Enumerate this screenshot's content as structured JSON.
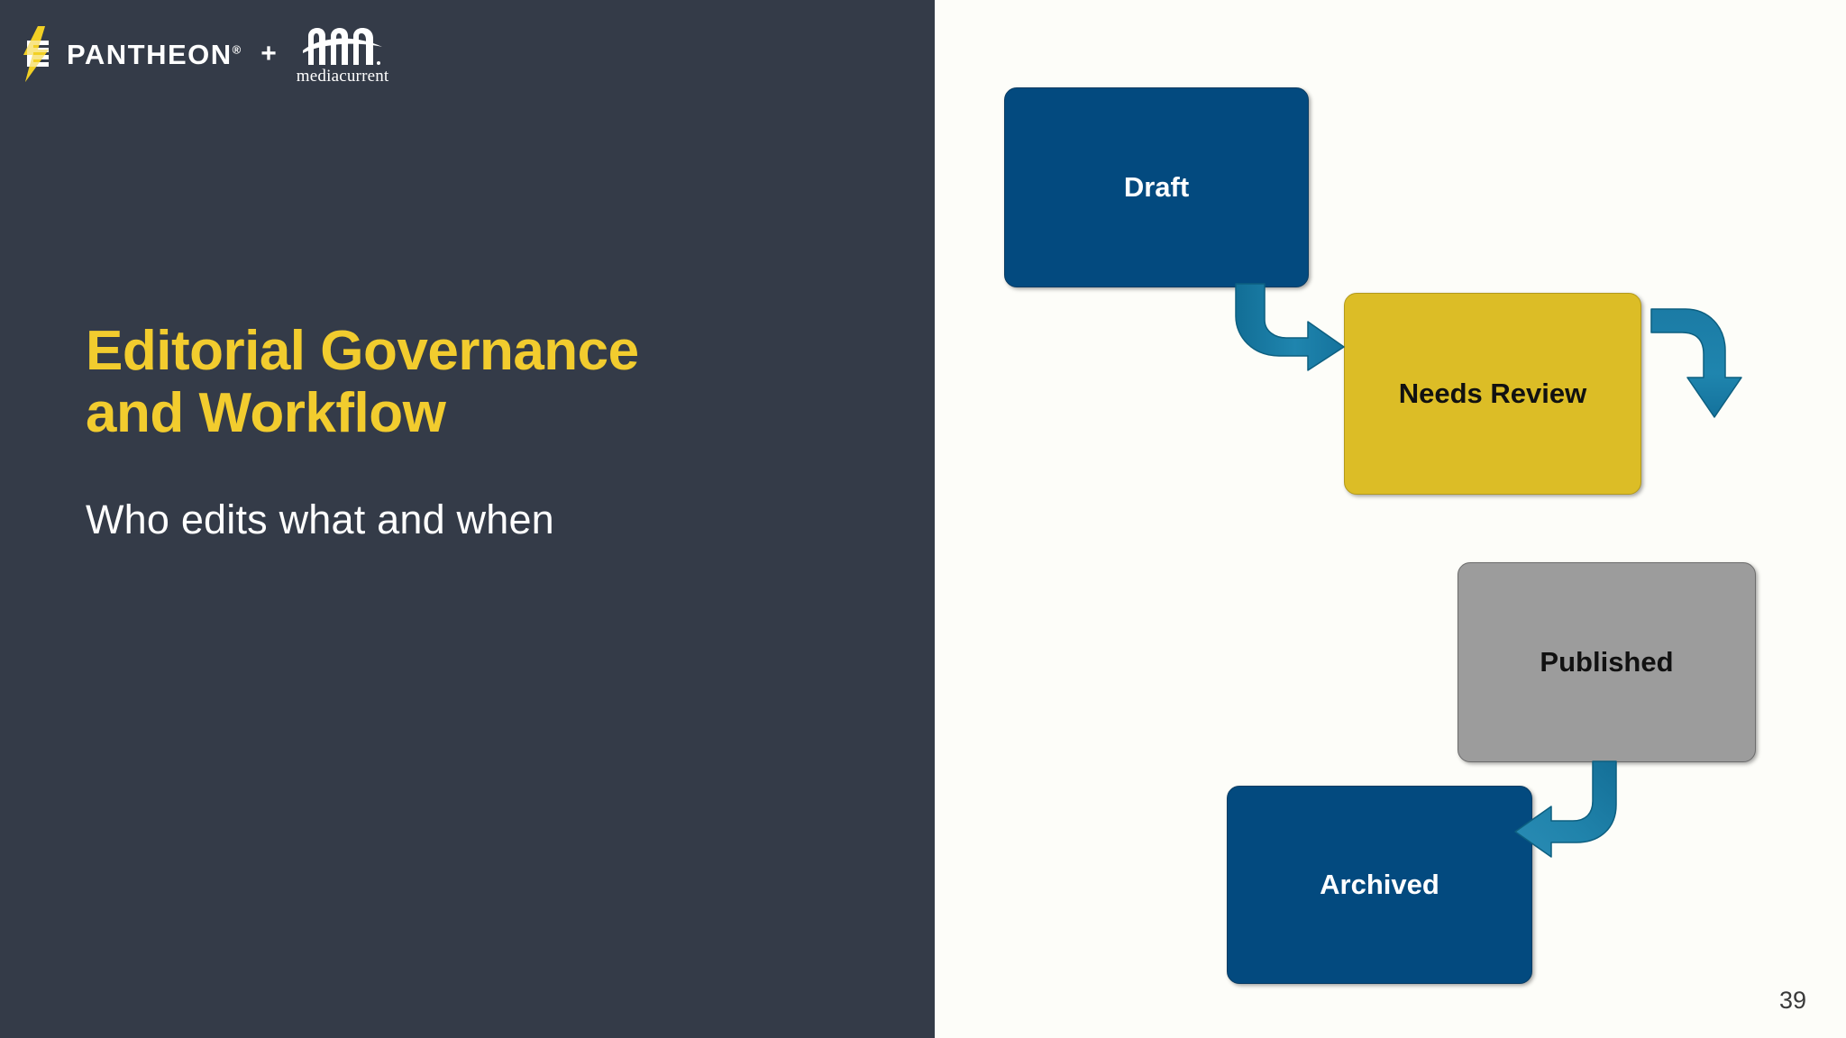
{
  "brand": {
    "pantheon_name": "PANTHEON",
    "pantheon_registered": "®",
    "plus": "+",
    "mediacurrent_name": "mediacurrent",
    "logo_icons": [
      "pantheon-lightning-icon",
      "mediacurrent-bridge-m-icon"
    ]
  },
  "title": {
    "heading": "Editorial Governance\nand Workflow",
    "subheading": "Who edits what and when"
  },
  "diagram": {
    "type": "workflow-flowchart",
    "nodes": [
      {
        "id": "draft",
        "label": "Draft",
        "color": "#034a7f",
        "text_color": "#ffffff"
      },
      {
        "id": "needs-review",
        "label": "Needs Review",
        "color": "#dcbd26",
        "text_color": "#111111"
      },
      {
        "id": "published",
        "label": "Published",
        "color": "#9c9c9c",
        "text_color": "#111111"
      },
      {
        "id": "archived",
        "label": "Archived",
        "color": "#034a7f",
        "text_color": "#ffffff"
      }
    ],
    "arrows": [
      {
        "id": "arrow-draft-to-needs-review",
        "from": "draft",
        "to": "needs-review",
        "shape": "down-then-right",
        "color": "#1b7ba5"
      },
      {
        "id": "arrow-needs-review-to-published",
        "from": "needs-review",
        "to": "published",
        "shape": "right-then-down",
        "color": "#1b7ba5"
      },
      {
        "id": "arrow-published-to-archived",
        "from": "published",
        "to": "archived",
        "shape": "down-then-left",
        "color": "#1b7ba5"
      }
    ]
  },
  "footer": {
    "page_number": "39"
  },
  "colors": {
    "panel_background": "#343b48",
    "slide_background": "#fdfdf9",
    "accent_yellow": "#f2cc2e",
    "accent_blue": "#034a7f",
    "arrow_teal": "#1b7ba5"
  }
}
